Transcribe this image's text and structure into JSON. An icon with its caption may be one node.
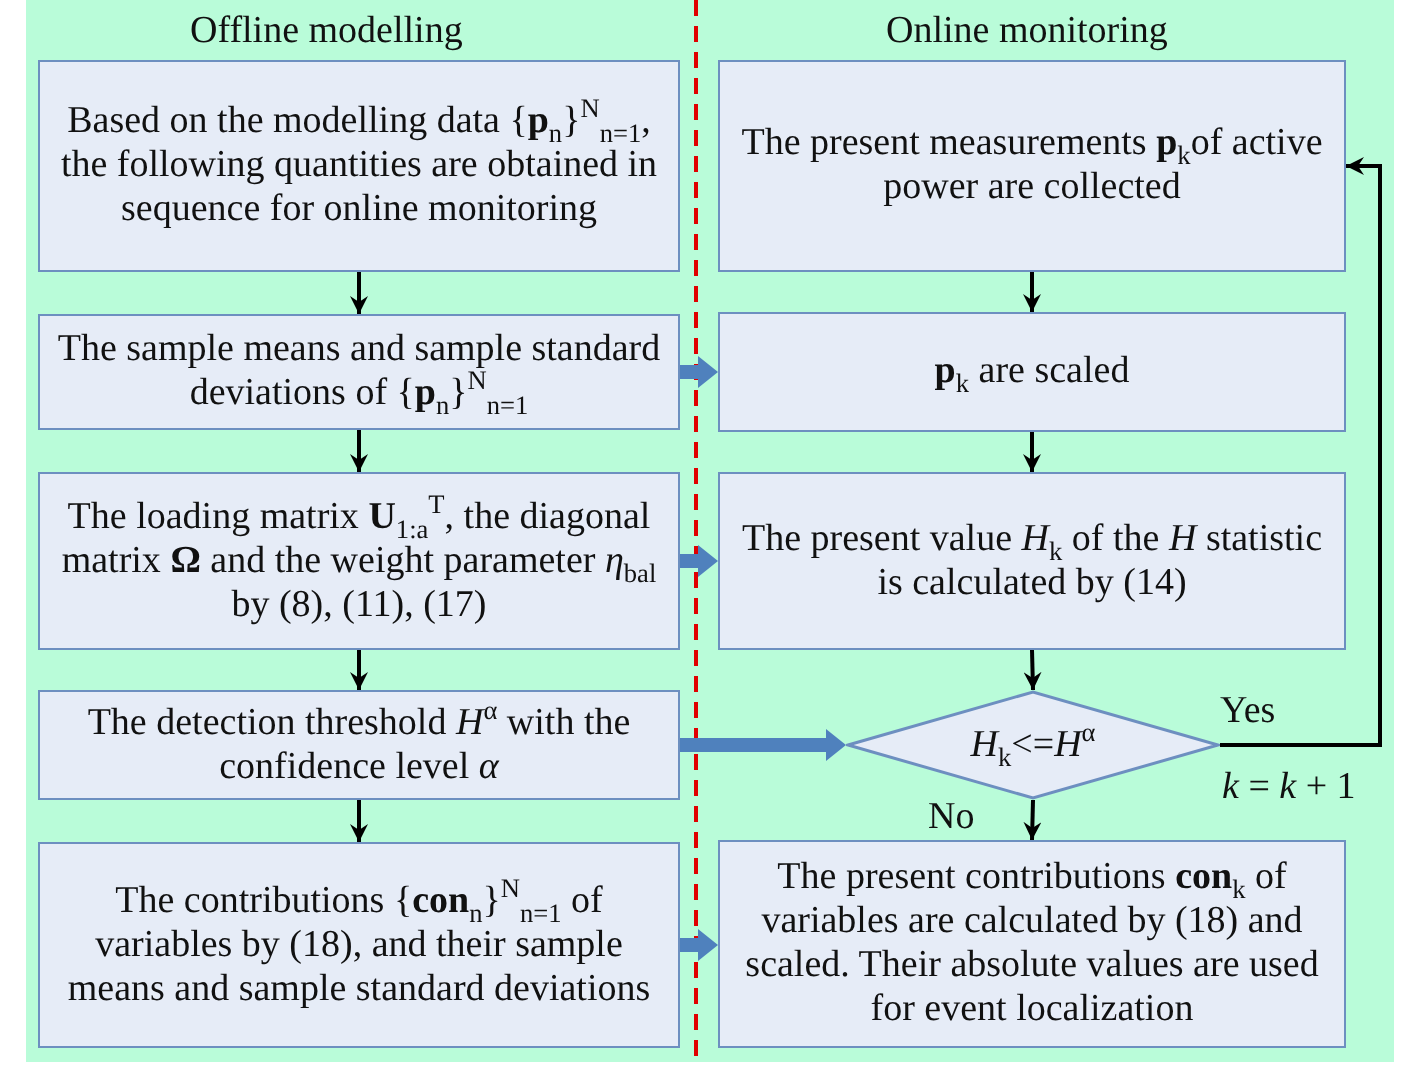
{
  "diagram": {
    "nodes": [
      {
        "text": [
          "Based on the modelling data {**p**$_{n}$}$^{N}$$_{n=1}$, the following quantities are obtained in sequence for online monitoring"
        ]
      },
      {
        "text": [
          "The sample means and sample standard deviations of {**p**$_{n}$}$^{N}$$_{n=1}$"
        ]
      },
      {
        "text": [
          "The loading matrix **U**$_{1:a}$$^{T}$, the diagonal matrix **Ω** and the weight parameter *η*$_{bal}$ by (8), (11), (17)"
        ]
      },
      {
        "text": [
          "The detection threshold *H*$^{α}$ with the confidence level *α*"
        ]
      },
      {
        "text": [
          "The contributions {**con**$_{n}$}$^{N}$$_{n=1}$ of variables by (18), and their sample means and sample standard deviations"
        ]
      },
      {
        "text": [
          "The present measurements **p**$_{k}$of active power are collected"
        ]
      },
      {
        "text": [
          "**p**$_{k}$ are scaled"
        ]
      },
      {
        "text": [
          "The present value *H*$_{k}$ of the *H* statistic is calculated by (14)"
        ]
      },
      {
        "text": [
          "*H*$_{k}$<=*H*$^{α}$"
        ]
      },
      {
        "text": [
          "The present contributions **con**$_{k}$ of variables are calculated by (18) and scaled. Their absolute values are used for event localization"
        ]
      }
    ],
    "edges": [
      {
        "from": 0,
        "to": 1,
        "arrow": "to"
      },
      {
        "from": 1,
        "to": 2,
        "arrow": "to"
      },
      {
        "from": 2,
        "to": 3,
        "arrow": "to"
      },
      {
        "from": 3,
        "to": 4,
        "arrow": "to"
      },
      {
        "from": 5,
        "to": 6,
        "arrow": "to"
      },
      {
        "from": 6,
        "to": 7,
        "arrow": "to"
      },
      {
        "from": 7,
        "to": 8,
        "arrow": "to"
      },
      {
        "from": 8,
        "to": 9,
        "arrow": "to",
        "label": "No"
      },
      {
        "from": 8,
        "to": 5,
        "arrow": "to",
        "label": "Yes"
      },
      {
        "from": 1,
        "to": 6,
        "arrow": "to",
        "style": "thick",
        "color": "#4f81bd"
      },
      {
        "from": 2,
        "to": 7,
        "arrow": "to",
        "style": "thick",
        "color": "#4f81bd"
      },
      {
        "from": 3,
        "to": 8,
        "arrow": "to",
        "style": "thick",
        "color": "#4f81bd"
      },
      {
        "from": 4,
        "to": 9,
        "arrow": "to",
        "style": "thick",
        "color": "#4f81bd"
      }
    ],
    "labels": [
      "Offline modelling",
      "Online monitoring",
      "*k* = *k* + 1"
    ]
  }
}
